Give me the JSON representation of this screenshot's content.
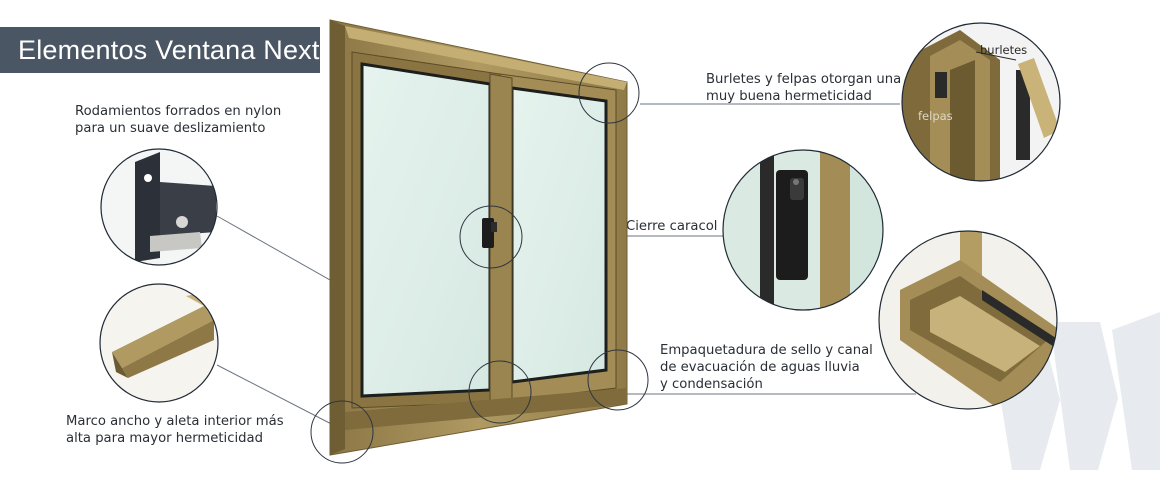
{
  "title": "Elementos Ventana Next",
  "callouts": {
    "rodamientos": {
      "line1": "Rodamientos forrados en nylon",
      "line2": "para un suave deslizamiento"
    },
    "marco": {
      "line1": "Marco ancho y aleta interior más",
      "line2": "alta para mayor hermeticidad"
    },
    "burletes_felpas": {
      "line1": "Burletes y felpas otorgan una",
      "line2": "muy buena hermeticidad"
    },
    "cierre": {
      "line1": "Cierre caracol"
    },
    "empaquetadura": {
      "line1": "Empaquetadura de sello y canal",
      "line2": "de evacuación de aguas lluvia",
      "line3": "y condensación"
    }
  },
  "detail_labels": {
    "burletes": "burletes",
    "felpas": "felpas"
  },
  "colors": {
    "frame": "#a48d56",
    "frame_dark": "#7d6a3c",
    "glass": "#dfeee9",
    "title_bg": "#4a5664",
    "callout_line": "#6a7480",
    "watermark": "#e7eaee"
  }
}
